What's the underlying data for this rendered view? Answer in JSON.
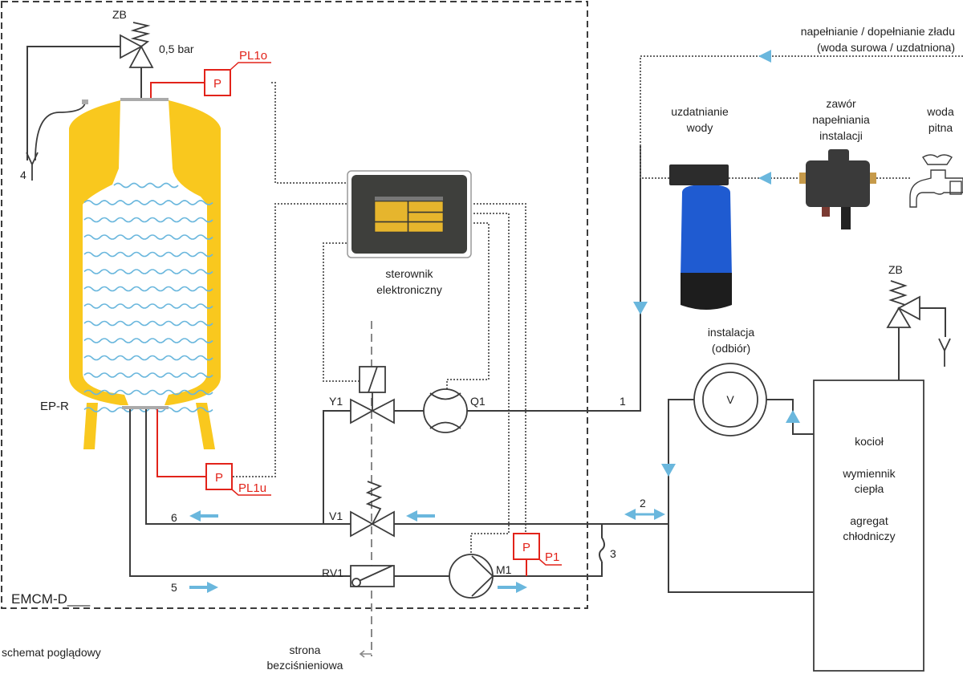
{
  "diagram": {
    "module_label": "EMCM-D___",
    "caption": "schemat poglądowy",
    "vessel": {
      "label": "EP-R"
    },
    "safety_valve_top": {
      "label": "ZB",
      "pressure": "0,5 bar"
    },
    "drain_outlet": {
      "label": "4"
    },
    "sensors": {
      "pl1o": {
        "label": "PL1o",
        "symbol": "P"
      },
      "pl1u": {
        "label": "PL1u",
        "symbol": "P"
      },
      "p1": {
        "label": "P1",
        "symbol": "P"
      }
    },
    "controller": {
      "label_line1": "sterownik",
      "label_line2": "elektroniczny"
    },
    "valves": {
      "y1": {
        "label": "Y1"
      },
      "q1": {
        "label": "Q1"
      },
      "v1": {
        "label": "V1"
      },
      "rv1": {
        "label": "RV1"
      },
      "m1": {
        "label": "M1"
      }
    },
    "lines": {
      "l1": "1",
      "l2": "2",
      "l3": "3",
      "l5": "5",
      "l6": "6"
    },
    "unpressurized_side": {
      "line1": "strona",
      "line2": "bezciśnieniowa"
    },
    "fill_line": {
      "line1": "napełnianie / dopełnianie zładu",
      "line2": "(woda surowa / uzdatniona)"
    },
    "water_treatment": {
      "line1": "uzdatnianie",
      "line2": "wody"
    },
    "fill_valve": {
      "line1": "zawór",
      "line2": "napełniania",
      "line3": "instalacji"
    },
    "potable_water": {
      "line1": "woda",
      "line2": "pitna"
    },
    "installation": {
      "line1": "instalacja",
      "line2": "(odbiór)",
      "symbol": "V"
    },
    "safety_valve_right": {
      "label": "ZB"
    },
    "boiler": {
      "line1": "kocioł",
      "line2": "wymiennik",
      "line3": "ciepła",
      "line4": "agregat",
      "line5": "chłodniczy"
    },
    "colors": {
      "vessel": "#f9c81e",
      "flow_arrow": "#6ab7dd",
      "sensor": "#e2231a",
      "softener": "#1f5bd1"
    }
  }
}
